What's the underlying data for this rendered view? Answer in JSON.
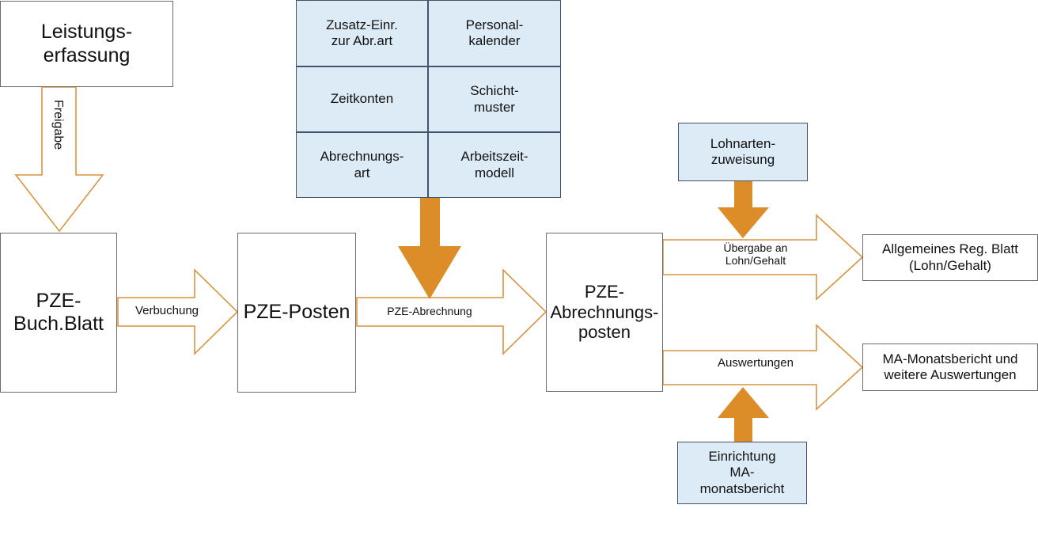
{
  "diagram": {
    "title": "PZE Prozessdiagramm",
    "colors": {
      "arrow_outline": "#d99440",
      "arrow_solid": "#dd8d28",
      "blue_fill": "#ddebf7",
      "blue_border": "#44546a",
      "white_fill": "#ffffff",
      "white_border": "#6b6b6b",
      "text": "#111111"
    },
    "nodes": {
      "leistungserfassung": "Leistungs-\nerfassung",
      "leistungserfassung_l1": "Leistungs-",
      "leistungserfassung_l2": "erfassung",
      "pze_buch_blatt_l1": "PZE-",
      "pze_buch_blatt_l2": "Buch.Blatt",
      "pze_posten": "PZE-Posten",
      "pze_abrechnungsposten_l1": "PZE-",
      "pze_abrechnungsposten_l2": "Abrechnungs-",
      "pze_abrechnungsposten_l3": "posten",
      "lohnartenzuweisung_l1": "Lohnarten-",
      "lohnartenzuweisung_l2": "zuweisung",
      "einrichtung_l1": "Einrichtung",
      "einrichtung_l2": "MA-",
      "einrichtung_l3": "monatsbericht",
      "allgemeines_reg_blatt_l1": "Allgemeines Reg. Blatt",
      "allgemeines_reg_blatt_l2": "(Lohn/Gehalt)",
      "ma_monatsbericht_l1": "MA-Monatsbericht und",
      "ma_monatsbericht_l2": "weitere Auswertungen"
    },
    "table": {
      "rows": [
        {
          "left": "Zusatz-Einr.\nzur Abr.art",
          "left_l1": "Zusatz-Einr.",
          "left_l2": "zur Abr.art",
          "right_l1": "Personal-",
          "right_l2": "kalender"
        },
        {
          "left_l1": "Zeitkonten",
          "left_l2": "",
          "right_l1": "Schicht-",
          "right_l2": "muster"
        },
        {
          "left_l1": "Abrechnungs-",
          "left_l2": "art",
          "right_l1": "Arbeitszeit-",
          "right_l2": "modell"
        }
      ]
    },
    "edge_labels": {
      "freigabe": "Freigabe",
      "verbuchung": "Verbuchung",
      "pze_abrechnung": "PZE-Abrechnung",
      "uebergabe_l1": "Übergabe an",
      "uebergabe_l2": "Lohn/Gehalt",
      "auswertungen": "Auswertungen"
    }
  }
}
